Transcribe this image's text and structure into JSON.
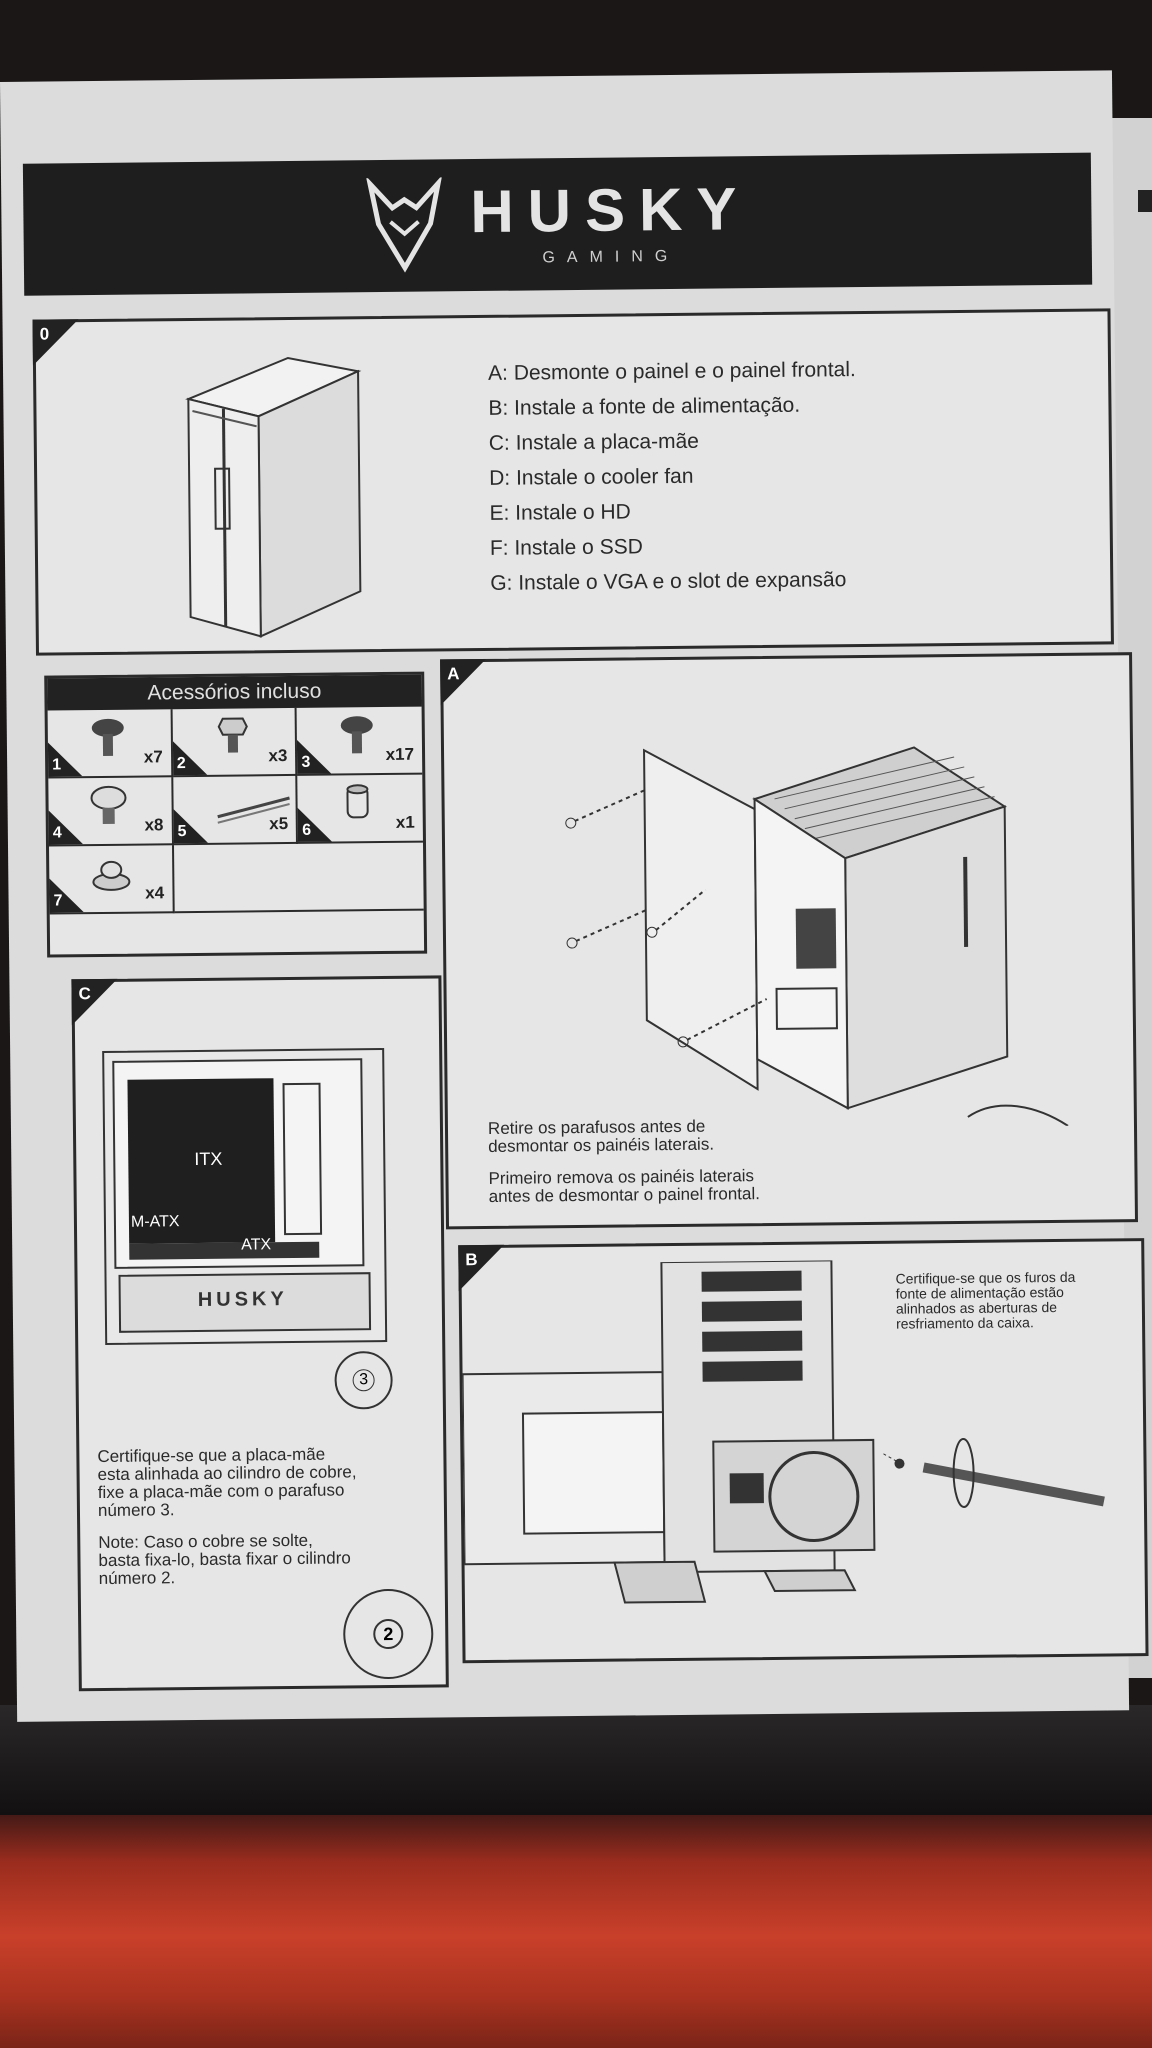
{
  "brand": {
    "name": "HUSKY",
    "subtitle": "GAMING"
  },
  "panel_zero": {
    "label": "0",
    "steps": [
      "A: Desmonte o painel e o painel frontal.",
      "B: Instale a fonte de alimentação.",
      "C: Instale a placa-mãe",
      "D: Instale o cooler fan",
      "E: Instale o HD",
      "F: Instale o SSD",
      "G: Instale o VGA e o slot de expansão"
    ]
  },
  "accessories": {
    "title": "Acessórios incluso",
    "items": [
      {
        "num": "1",
        "qty": "x7",
        "icon": "screw-icon"
      },
      {
        "num": "2",
        "qty": "x3",
        "icon": "standoff-icon"
      },
      {
        "num": "3",
        "qty": "x17",
        "icon": "screw-icon"
      },
      {
        "num": "4",
        "qty": "x8",
        "icon": "thumbscrew-icon"
      },
      {
        "num": "5",
        "qty": "x5",
        "icon": "cable-tie-icon"
      },
      {
        "num": "6",
        "qty": "x1",
        "icon": "spacer-icon"
      },
      {
        "num": "7",
        "qty": "x4",
        "icon": "rubber-foot-icon"
      }
    ]
  },
  "panel_a": {
    "label": "A",
    "note1": [
      "Retire os parafusos antes de",
      "desmontar os painéis laterais."
    ],
    "note2": [
      "Primeiro remova os painéis laterais",
      "antes de desmontar o painel frontal."
    ]
  },
  "panel_c": {
    "label": "C",
    "board_labels": {
      "itx": "ITX",
      "matx": "M-ATX",
      "atx": "ATX"
    },
    "case_logo": "HUSKY",
    "screw_ref": "3",
    "standoff_ref": "2",
    "note1": [
      "Certifique-se que a placa-mãe",
      "esta alinhada ao cilindro de cobre,",
      "fixe a placa-mãe com o parafuso",
      "número 3."
    ],
    "note2": [
      "Note: Caso o cobre se solte,",
      "basta fixa-lo, basta fixar o cilindro",
      "número 2."
    ]
  },
  "panel_b": {
    "label": "B",
    "note": [
      "Certifique-se que os furos da",
      "fonte de alimentação estão",
      "alinhados as aberturas de",
      "resfriamento da caixa."
    ]
  }
}
